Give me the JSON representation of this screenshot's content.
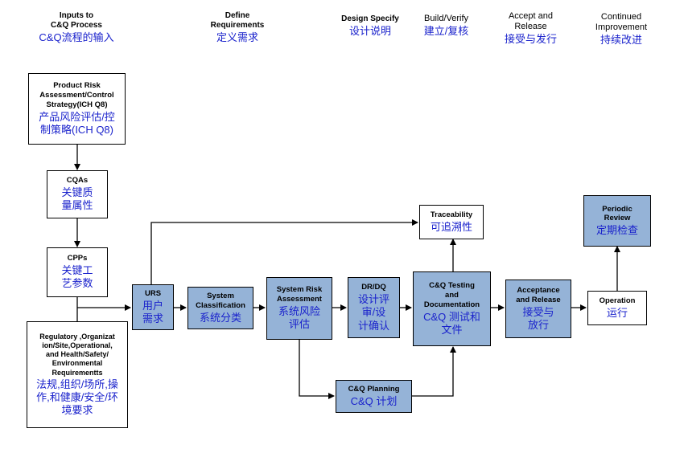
{
  "headers": [
    {
      "id": "inputs",
      "en": "Inputs to\nC&Q Process",
      "zh": "C&Q流程的输入"
    },
    {
      "id": "define",
      "en": "Define\nRequirements",
      "zh": "定义需求"
    },
    {
      "id": "design",
      "en": "Design Specify",
      "zh": "设计说明"
    },
    {
      "id": "build",
      "en": "Build/Verify",
      "zh": "建立/复核"
    },
    {
      "id": "accept",
      "en": "Accept and\nRelease",
      "zh": "接受与发行"
    },
    {
      "id": "continued",
      "en": "Continued\nImprovement",
      "zh": "持续改进"
    }
  ],
  "boxes": {
    "product_risk": {
      "en": "Product Risk\nAssessment/Control\nStrategy(ICH Q8)",
      "zh": "产品风险评估/控\n制策略(ICH Q8)"
    },
    "cqas": {
      "en": "CQAs",
      "zh": "关键质\n量属性"
    },
    "cpps": {
      "en": "CPPs",
      "zh": "关键工\n艺参数"
    },
    "regulatory": {
      "en": "Regulatory ,Organizat\nion/Site,Operational,\nand Health/Safety/\nEnvironmental\nRequirementts",
      "zh": "法规,组织/场所,操\n作,和健康/安全/环\n境要求"
    },
    "urs": {
      "en": "URS",
      "zh": "用户\n需求"
    },
    "system_class": {
      "en": "System\nClassification",
      "zh": "系统分类"
    },
    "system_risk": {
      "en": "System Risk\nAssessment",
      "zh": "系统风险\n评估"
    },
    "drdq": {
      "en": "DR/DQ",
      "zh": "设计评\n审/设\n计确认"
    },
    "cq_testing": {
      "en": "C&Q Testing\nand\nDocumentation",
      "zh": "C&Q 测试和\n文件"
    },
    "traceability": {
      "en": "Traceability",
      "zh": "可追溯性"
    },
    "cq_planning": {
      "en": "C&Q Planning",
      "zh": "C&Q 计划"
    },
    "acceptance": {
      "en": "Acceptance\nand Release",
      "zh": "接受与\n放行"
    },
    "operation": {
      "en": "Operation",
      "zh": "运行"
    },
    "periodic": {
      "en": "Periodic\nReview",
      "zh": "定期检查"
    }
  },
  "colors": {
    "box_fill_blue": "#95b3d7",
    "chinese_text": "#1a22cc",
    "line": "#000000"
  }
}
